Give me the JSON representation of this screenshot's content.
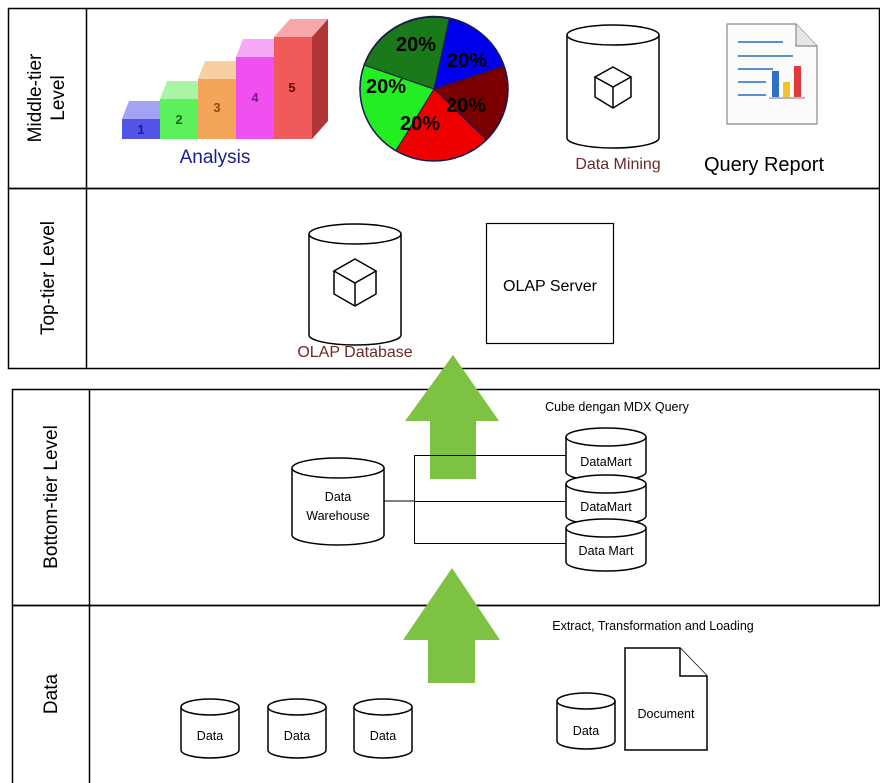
{
  "tiers": {
    "middle": "Middle-tier\nLevel",
    "top": "Top-tier Level",
    "bottom": "Bottom-tier Level",
    "data": "Data"
  },
  "middle": {
    "steps": [
      "1",
      "2",
      "3",
      "4",
      "5"
    ],
    "analysis_label": "Analysis",
    "pie_labels": [
      "20%",
      "20%",
      "20%",
      "20%",
      "20%"
    ],
    "data_mining_label": "Data Mining",
    "query_report_label": "Query Report"
  },
  "top": {
    "olap_database_label": "OLAP Database",
    "olap_server_label": "OLAP Server"
  },
  "bottom": {
    "cube_caption": "Cube dengan MDX Query",
    "warehouse_label": "Data\nWarehouse",
    "marts": [
      "DataMart",
      "DataMart",
      "Data Mart"
    ]
  },
  "data_level": {
    "etl_caption": "Extract, Transformation and Loading",
    "sources": [
      "Data",
      "Data",
      "Data",
      "Data"
    ],
    "document_label": "Document"
  },
  "colors": {
    "arrow": "#7dc242",
    "analysis_text": "#1c1c8c",
    "mining_text": "#6b2a2a",
    "olapdb_text": "#6b2a2a",
    "pie": [
      "#0000ee",
      "#7a0000",
      "#ee0000",
      "#22ee22",
      "#1a7a1a"
    ]
  }
}
